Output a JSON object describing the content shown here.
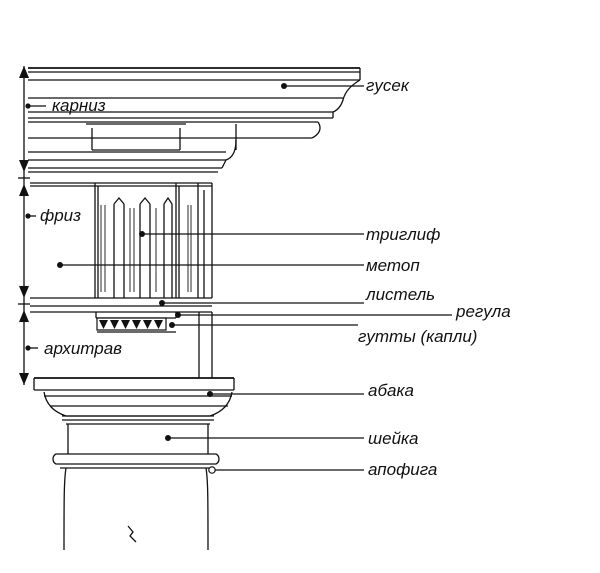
{
  "labels": {
    "gusek": "гусек",
    "karniz": "карниз",
    "friz": "фриз",
    "triglif": "триглиф",
    "metop": "метоп",
    "listel": "листель",
    "regula": "регула",
    "gutty": "гутты (капли)",
    "arkhitrav": "архитрав",
    "abaka": "абака",
    "sheyka": "шейка",
    "apofiga": "апофига"
  }
}
